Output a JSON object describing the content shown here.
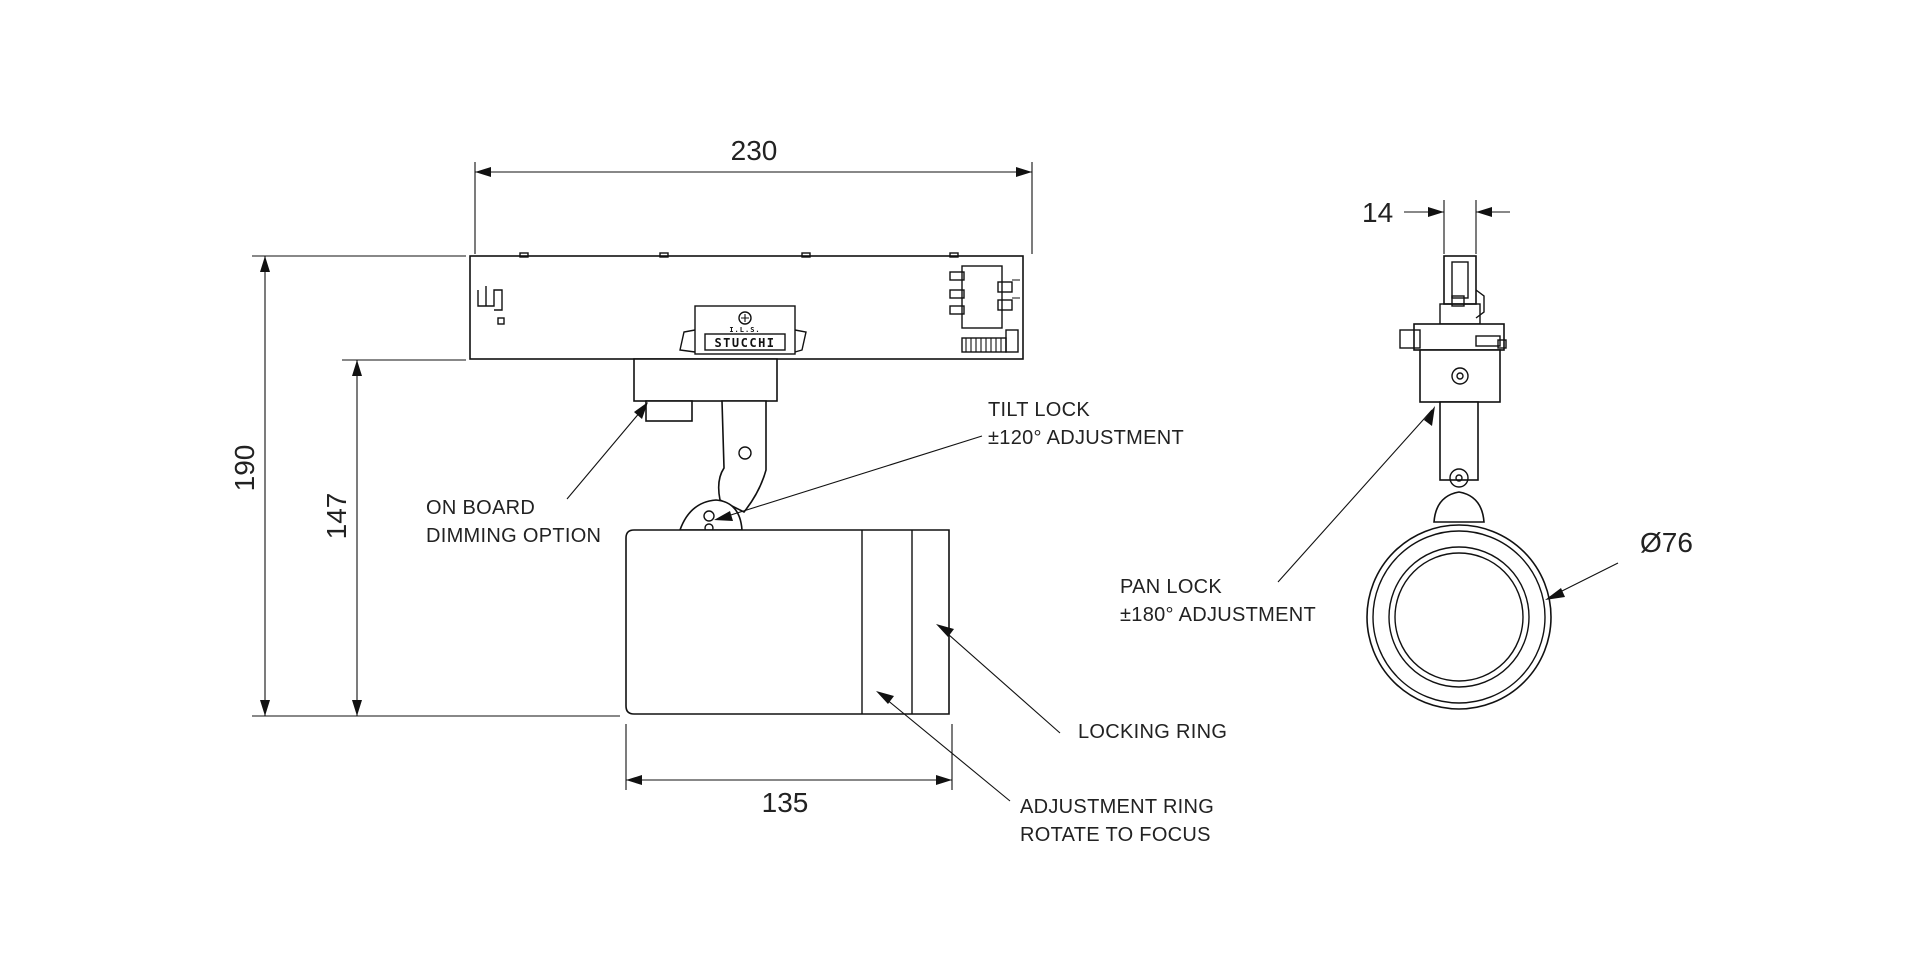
{
  "dimensions": {
    "total_width": "230",
    "total_height": "190",
    "height_to_rail": "147",
    "body_length": "135",
    "adapter_width": "14",
    "diameter": "Ø76"
  },
  "labels": {
    "on_board_line1": "ON BOARD",
    "on_board_line2": "DIMMING OPTION",
    "tilt_lock_line1": "TILT LOCK",
    "tilt_lock_line2": "±120° ADJUSTMENT",
    "pan_lock_line1": "PAN LOCK",
    "pan_lock_line2": "±180° ADJUSTMENT",
    "locking_ring": "LOCKING RING",
    "adjustment_ring_line1": "ADJUSTMENT RING",
    "adjustment_ring_line2": "ROTATE TO FOCUS"
  },
  "brand": {
    "name": "STUCCHI",
    "tag": "I.L.S."
  },
  "colors": {
    "line": "#111111",
    "text": "#222222",
    "background": "#ffffff"
  }
}
